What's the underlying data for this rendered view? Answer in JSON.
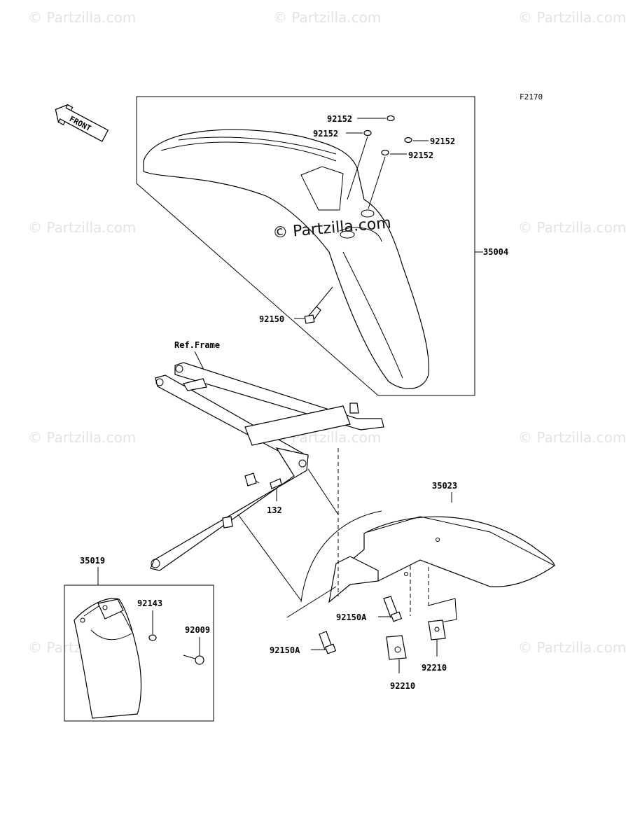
{
  "diagram_code": "F2170",
  "front_label": "FRONT",
  "watermark": "© Partzilla.com",
  "ref_frame_label": "Ref.Frame",
  "parts": {
    "p92152_a": "92152",
    "p92152_b": "92152",
    "p92152_c": "92152",
    "p92152_d": "92152",
    "p35004": "35004",
    "p92150": "92150",
    "p132": "132",
    "p35023": "35023",
    "p35019": "35019",
    "p92143": "92143",
    "p92009": "92009",
    "p92150A_a": "92150A",
    "p92150A_b": "92150A",
    "p92210_a": "92210",
    "p92210_b": "92210"
  }
}
